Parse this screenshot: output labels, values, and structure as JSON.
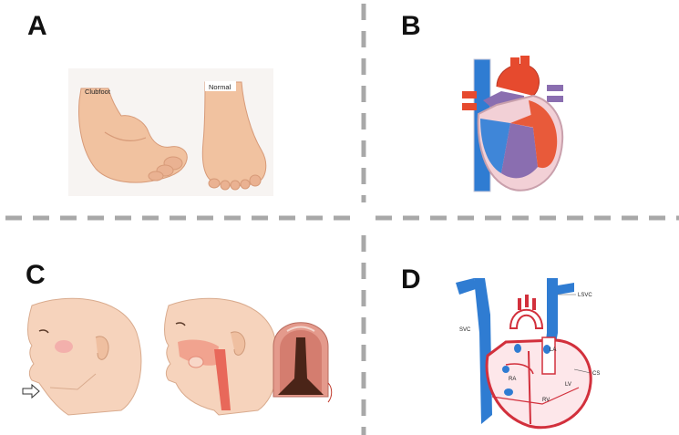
{
  "panels": [
    {
      "letter": "A",
      "labels": [
        "Clubfoot",
        "Normal"
      ]
    },
    {
      "letter": "B",
      "labels": []
    },
    {
      "letter": "C",
      "labels": []
    },
    {
      "letter": "D",
      "labels": [
        "LSVC",
        "SVC",
        "LA",
        "RA",
        "CS",
        "LV",
        "RV"
      ]
    }
  ],
  "colors": {
    "divider": "#a8a8a8",
    "skin": "#f3c7a6",
    "venous_blue": "#3b7fd0",
    "arterial_red": "#e8503a",
    "heart_outline": "#d2303c"
  }
}
